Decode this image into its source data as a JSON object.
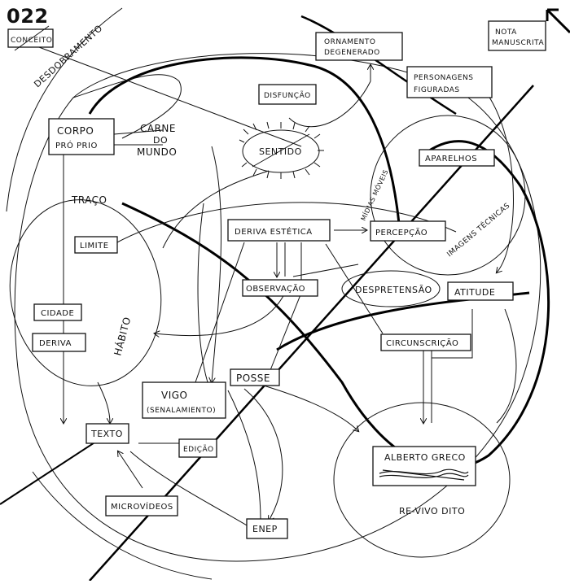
{
  "page_number": "022",
  "top_right_note": {
    "line1": "NOTA",
    "line2": "MANUSCRITA"
  },
  "labels": {
    "conceito": "CONCEITO",
    "desdobramento": "DESDOBRAMENTO",
    "ornamento_line1": "ORNAMENTO",
    "ornamento_line2": "DEGENERADO",
    "personagens_line1": "PERSONAGENS",
    "personagens_line2": "FIGURADAS",
    "disfuncao": "DISFUNÇÃO",
    "corpo_line1": "CORPO",
    "corpo_line2": "PRÓ PRIO",
    "carne_line1": "CARNE",
    "carne_line2": "DO",
    "carne_line3": "MUNDO",
    "sentido": "SENTIDO",
    "aparelhos": "APARELHOS",
    "midias_moveis": "MÍDIAS MÓVEIS",
    "imagens_tecnicas": "IMAGENS TÉCNICAS",
    "traco": "TRAÇO",
    "deriva_estetica": "DERIVA ESTÉTICA",
    "percepcao": "PERCEPÇÃO",
    "limite": "LIMITE",
    "observacao": "OBSERVAÇÃO",
    "despretensao": "DESPRETENSÃO",
    "atitude": "ATITUDE",
    "cidade": "CIDADE",
    "deriva": "DERIVA",
    "habito": "HÁBITO",
    "circunscricao": "CIRCUNSCRIÇÃO",
    "posse": "POSSE",
    "vigo_line1": "VIGO",
    "vigo_line2": "(SENALAMIENTO)",
    "texto": "TEXTO",
    "edicao": "EDIÇÃO",
    "alberto_greco": "ALBERTO GRECO",
    "re_vivo_dito": "RE-VIVO DITO",
    "microvideos": "MICROVÍDEOS",
    "enep": "ENEP"
  }
}
